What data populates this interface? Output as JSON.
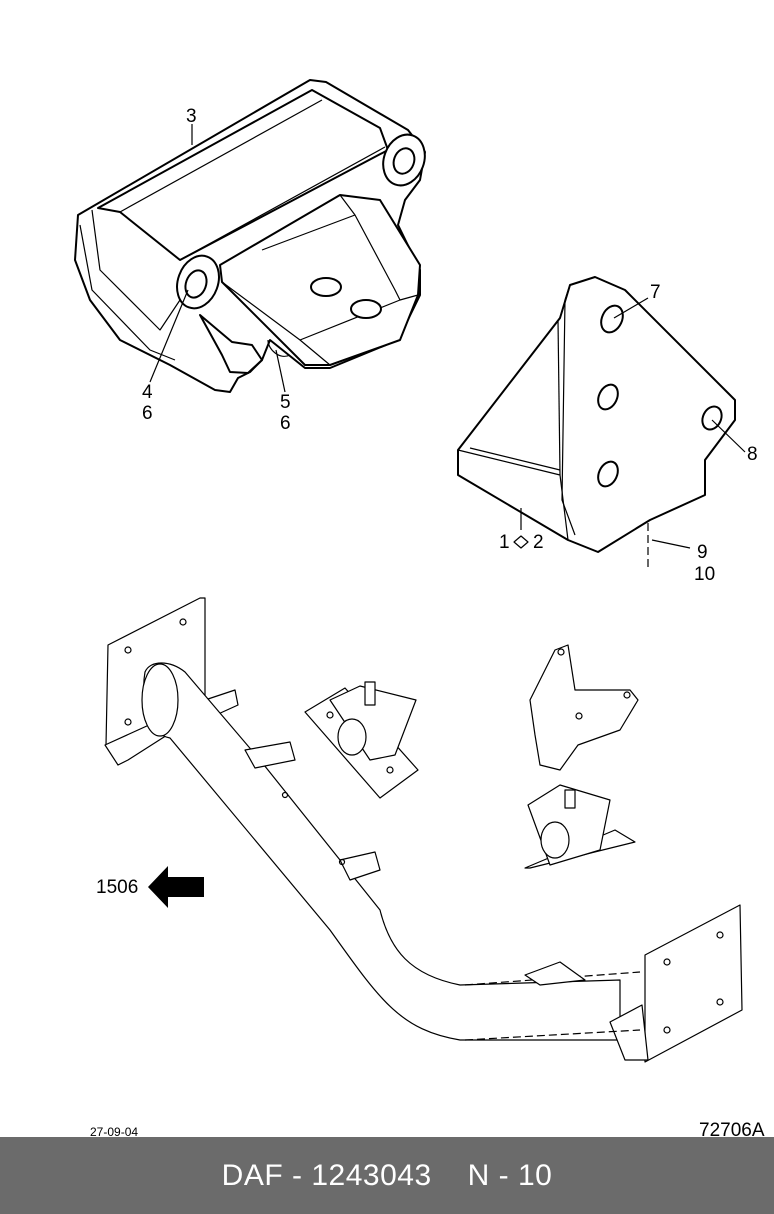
{
  "callouts": {
    "c3": "3",
    "c4": "4",
    "c6a": "6",
    "c5": "5",
    "c6b": "6",
    "c7": "7",
    "c8": "8",
    "c1": "1",
    "c2": "2",
    "c9": "9",
    "c10": "10",
    "ref_arrow": "1506"
  },
  "footer_left_date": "27-09-04",
  "drawing_code": "72706A",
  "footer": {
    "brand_part": "DAF - 1243043",
    "page": "N - 10"
  },
  "colors": {
    "footer_bg": "#6b6b6b",
    "footer_text": "#ffffff",
    "line": "#000000"
  }
}
